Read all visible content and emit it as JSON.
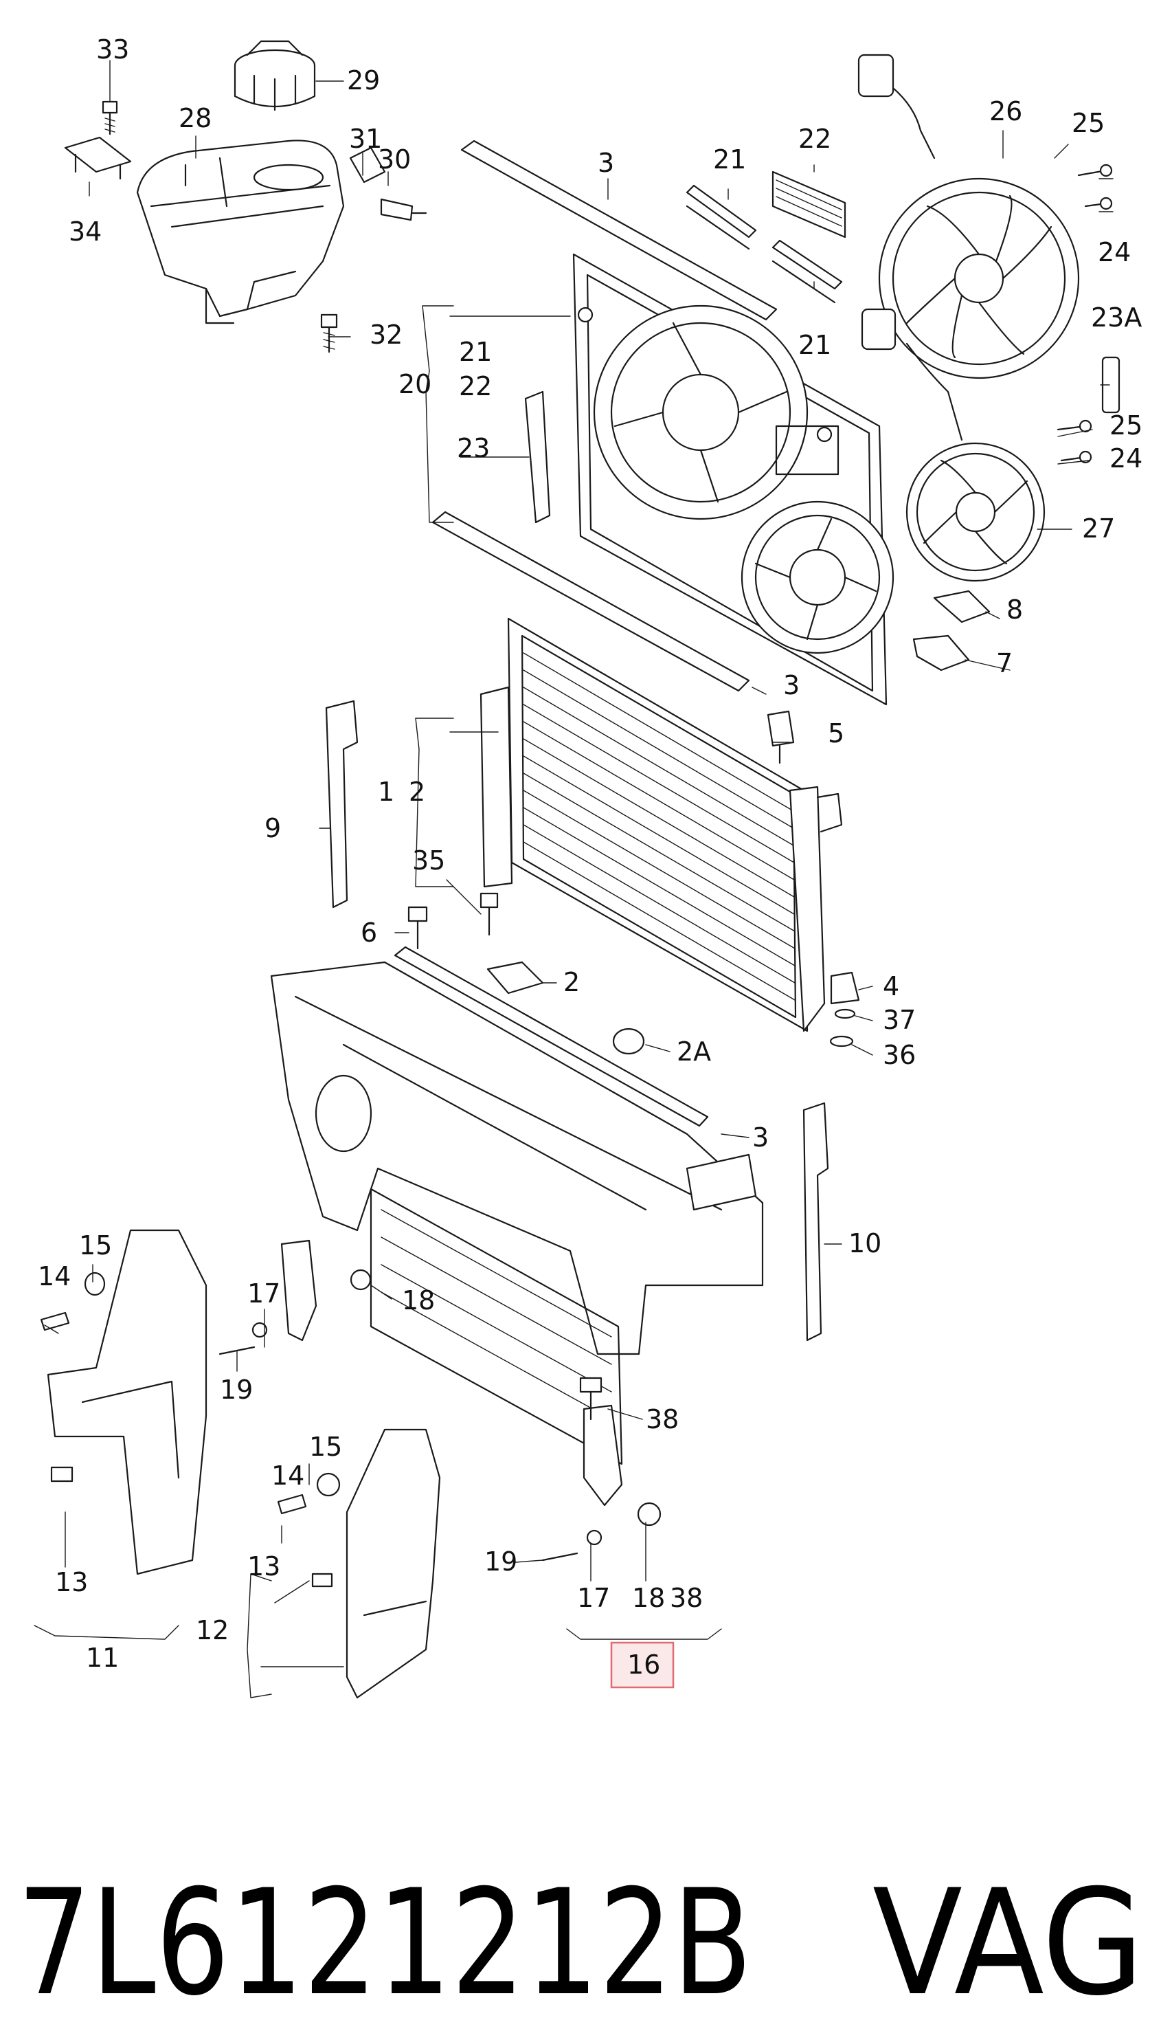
{
  "diagram": {
    "callouts": [
      "33",
      "29",
      "28",
      "31",
      "30",
      "34",
      "32",
      "3",
      "21",
      "22",
      "21",
      "20",
      "21",
      "22",
      "23",
      "26",
      "25",
      "24",
      "23A",
      "25",
      "24",
      "27",
      "8",
      "7",
      "3",
      "5",
      "9",
      "1",
      "2",
      "35",
      "6",
      "2",
      "4",
      "37",
      "2A",
      "36",
      "3",
      "10",
      "15",
      "14",
      "17",
      "18",
      "19",
      "38",
      "15",
      "14",
      "19",
      "17",
      "18",
      "38",
      "16",
      "13",
      "11",
      "13",
      "12"
    ],
    "highlighted_callout": "16",
    "highlight_color": "#e06b73"
  },
  "footer": {
    "part_number": "7L6121212B",
    "brand": "VAG"
  }
}
